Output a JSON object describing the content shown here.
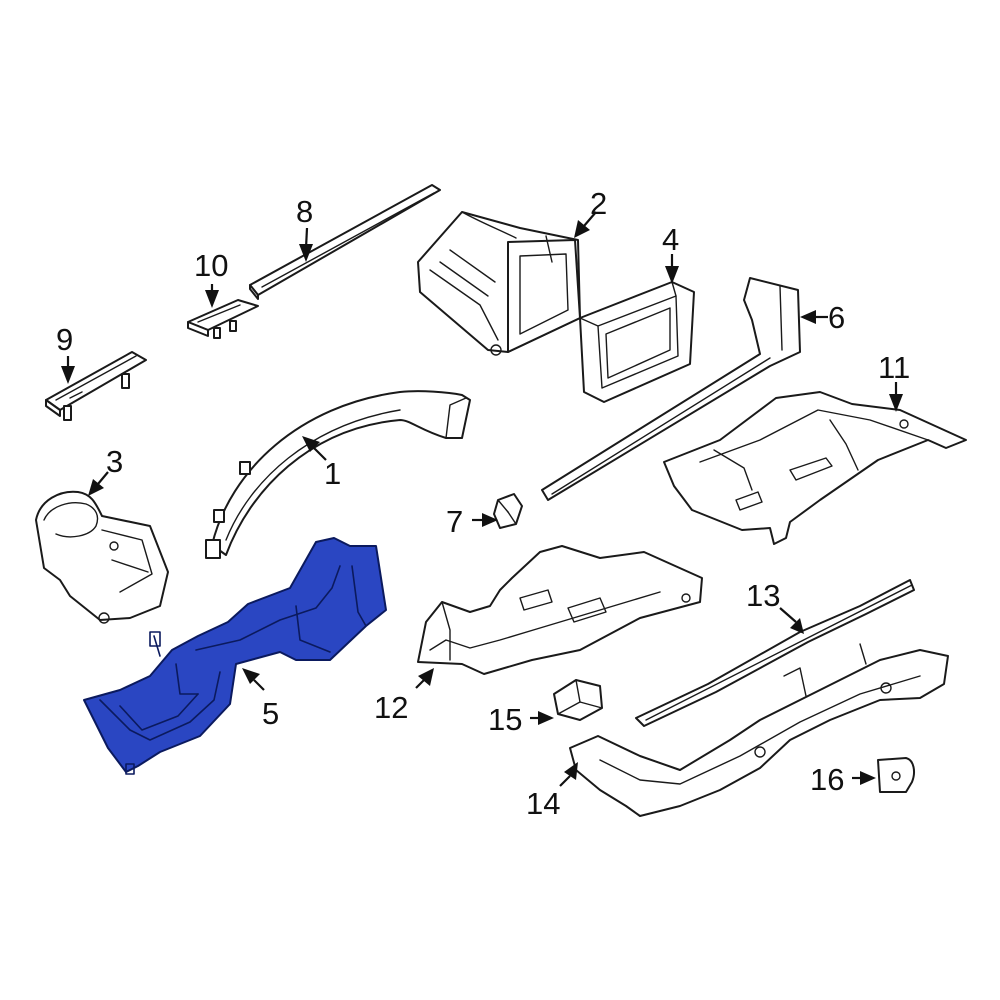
{
  "diagram": {
    "colors": {
      "highlight": "#2a46c2",
      "line": "#1a1a1a",
      "background": "#ffffff"
    },
    "highlighted_part": "5",
    "callouts": [
      {
        "id": "c1",
        "label": "1"
      },
      {
        "id": "c2",
        "label": "2"
      },
      {
        "id": "c3",
        "label": "3"
      },
      {
        "id": "c4",
        "label": "4"
      },
      {
        "id": "c5",
        "label": "5"
      },
      {
        "id": "c6",
        "label": "6"
      },
      {
        "id": "c7",
        "label": "7"
      },
      {
        "id": "c8",
        "label": "8"
      },
      {
        "id": "c9",
        "label": "9"
      },
      {
        "id": "c10",
        "label": "10"
      },
      {
        "id": "c11",
        "label": "11"
      },
      {
        "id": "c12",
        "label": "12"
      },
      {
        "id": "c13",
        "label": "13"
      },
      {
        "id": "c14",
        "label": "14"
      },
      {
        "id": "c15",
        "label": "15"
      },
      {
        "id": "c16",
        "label": "16"
      }
    ]
  }
}
